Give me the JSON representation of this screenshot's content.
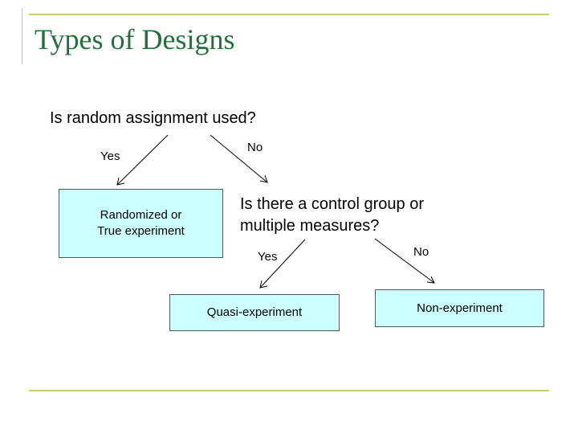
{
  "title": "Types of Designs",
  "question_1": "Is random assignment used?",
  "question_2_line_1": "Is there a control group or",
  "question_2_line_2": "multiple measures?",
  "branch_labels": {
    "q1_yes": "Yes",
    "q1_no": "No",
    "q2_yes": "Yes",
    "q2_no": "No"
  },
  "outcomes": {
    "randomized_line_1": "Randomized or",
    "randomized_line_2": "True experiment",
    "quasi": "Quasi-experiment",
    "non": "Non-experiment"
  },
  "colors": {
    "title": "#24703c",
    "rule": "#d1c67a",
    "box_fill": "#ccffff"
  }
}
